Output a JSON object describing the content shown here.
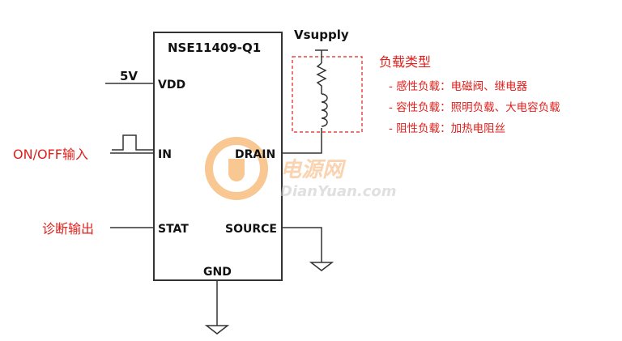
{
  "chip": {
    "name": "NSE11409-Q1",
    "pins": {
      "vdd": "VDD",
      "in": "IN",
      "stat": "STAT",
      "drain": "DRAIN",
      "source": "SOURCE",
      "gnd": "GND"
    }
  },
  "labels": {
    "vsupply": "Vsupply",
    "five_v": "5V",
    "onoff_input": "ON/OFF输入",
    "diag_output": "诊断输出"
  },
  "load_types": {
    "title": "负载类型",
    "items": [
      "- 感性负载：电磁阀、继电器",
      "- 容性负载：照明负载、大电容负载",
      "- 阻性负载：加热电阻丝"
    ]
  },
  "watermark": {
    "cn": "电源网",
    "url": "DianYuan.com"
  },
  "colors": {
    "line": "#333333",
    "accent_red": "#e0201c",
    "watermark_orange": "#f39a3a"
  }
}
